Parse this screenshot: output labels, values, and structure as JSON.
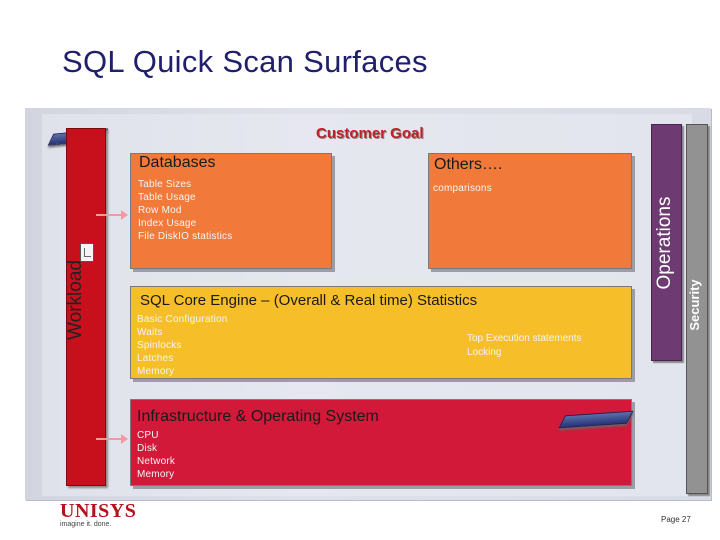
{
  "title": "SQL Quick Scan Surfaces",
  "customer_goal": "Customer Goal",
  "workload_label": "Workload",
  "operations_label": "Operations",
  "security_label": "Security",
  "databases": {
    "title": "Databases",
    "items": [
      "Table Sizes",
      "Table Usage",
      "Row Mod",
      "Index Usage",
      "File DiskIO statistics"
    ]
  },
  "others": {
    "title": "Others….",
    "items": [
      "comparisons"
    ]
  },
  "core_engine": {
    "title": "SQL Core Engine – (Overall & Real time) Statistics",
    "items_left": [
      "Basic Configuration",
      "Waits",
      "Spinlocks",
      "Latches",
      "Memory"
    ],
    "items_right": [
      "Top Execution statements",
      "Locking"
    ]
  },
  "infrastructure": {
    "title": "Infrastructure & Operating System",
    "items": [
      "CPU",
      "Disk",
      "Network",
      "Memory"
    ]
  },
  "logo": {
    "name": "UNISYS",
    "tagline": "imagine it. done."
  },
  "page_number": "Page 27",
  "colors": {
    "title": "#1f1f6b",
    "workload": "#c8101c",
    "databases": "#f17a3a",
    "core_engine": "#f6bf2a",
    "infrastructure": "#d2193a",
    "operations": "#6e3a72",
    "security": "#929292"
  }
}
